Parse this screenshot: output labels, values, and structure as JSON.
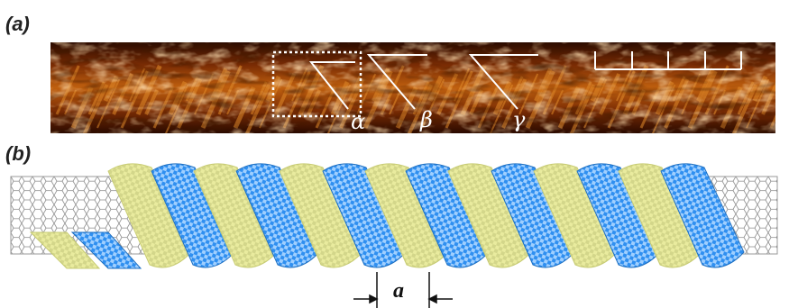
{
  "figure": {
    "panel_a_label": "(a)",
    "panel_b_label": "(b)",
    "greek_labels": [
      "α",
      "β",
      "γ"
    ],
    "dimension_label": "a"
  },
  "colors": {
    "stm_dark": "#1a0600",
    "stm_mid": "#9a3e08",
    "stm_bright": "#ffd7a0",
    "ribbon_yellow": "#e9eb9e",
    "ribbon_yellow_dark": "#c8cc74",
    "ribbon_blue": "#2f8ff0",
    "ribbon_blue_light": "#bfe0ff",
    "nanotube_line": "#8c8c8c"
  }
}
